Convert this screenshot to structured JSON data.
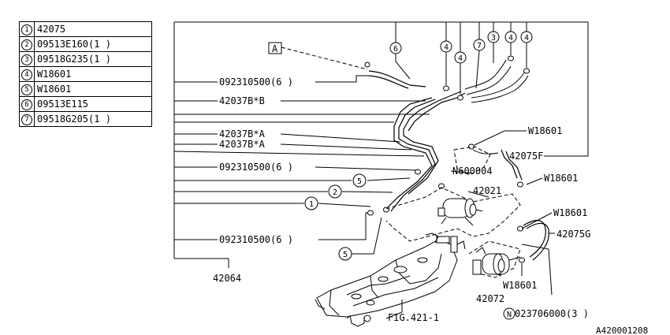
{
  "legend": [
    {
      "num": "1",
      "code": "42075"
    },
    {
      "num": "2",
      "code": "09513E160(1  )"
    },
    {
      "num": "3",
      "code": "09518G235(1  )"
    },
    {
      "num": "4",
      "code": "W18601"
    },
    {
      "num": "5",
      "code": "W18601"
    },
    {
      "num": "6",
      "code": "09513E115"
    },
    {
      "num": "7",
      "code": "09518G205(1  )"
    }
  ],
  "diagram": {
    "callout_a": "A",
    "left_labels": [
      "092310500(6  )",
      "42037B*B",
      "42037B*A",
      "42037B*A",
      "092310500(6  )",
      "092310500(6  )"
    ],
    "bottom_left": "42064",
    "top_callouts": [
      "6",
      "4",
      "4",
      "7",
      "3",
      "4",
      "4"
    ],
    "mid_callouts": [
      "5",
      "2",
      "1",
      "5"
    ],
    "right_labels": {
      "w18601_a": "W18601",
      "p42075f": "42075F",
      "w18601_b": "W18601",
      "n600004": "N600004",
      "p42021": "42021",
      "w18601_c": "W18601",
      "p42075g": "42075G",
      "w18601_d": "W18601",
      "p42072": "42072",
      "n_circle": "N",
      "p023706000": "023706000(3  )",
      "fig": "FIG.421-1"
    },
    "ref_code": "A420001208"
  }
}
